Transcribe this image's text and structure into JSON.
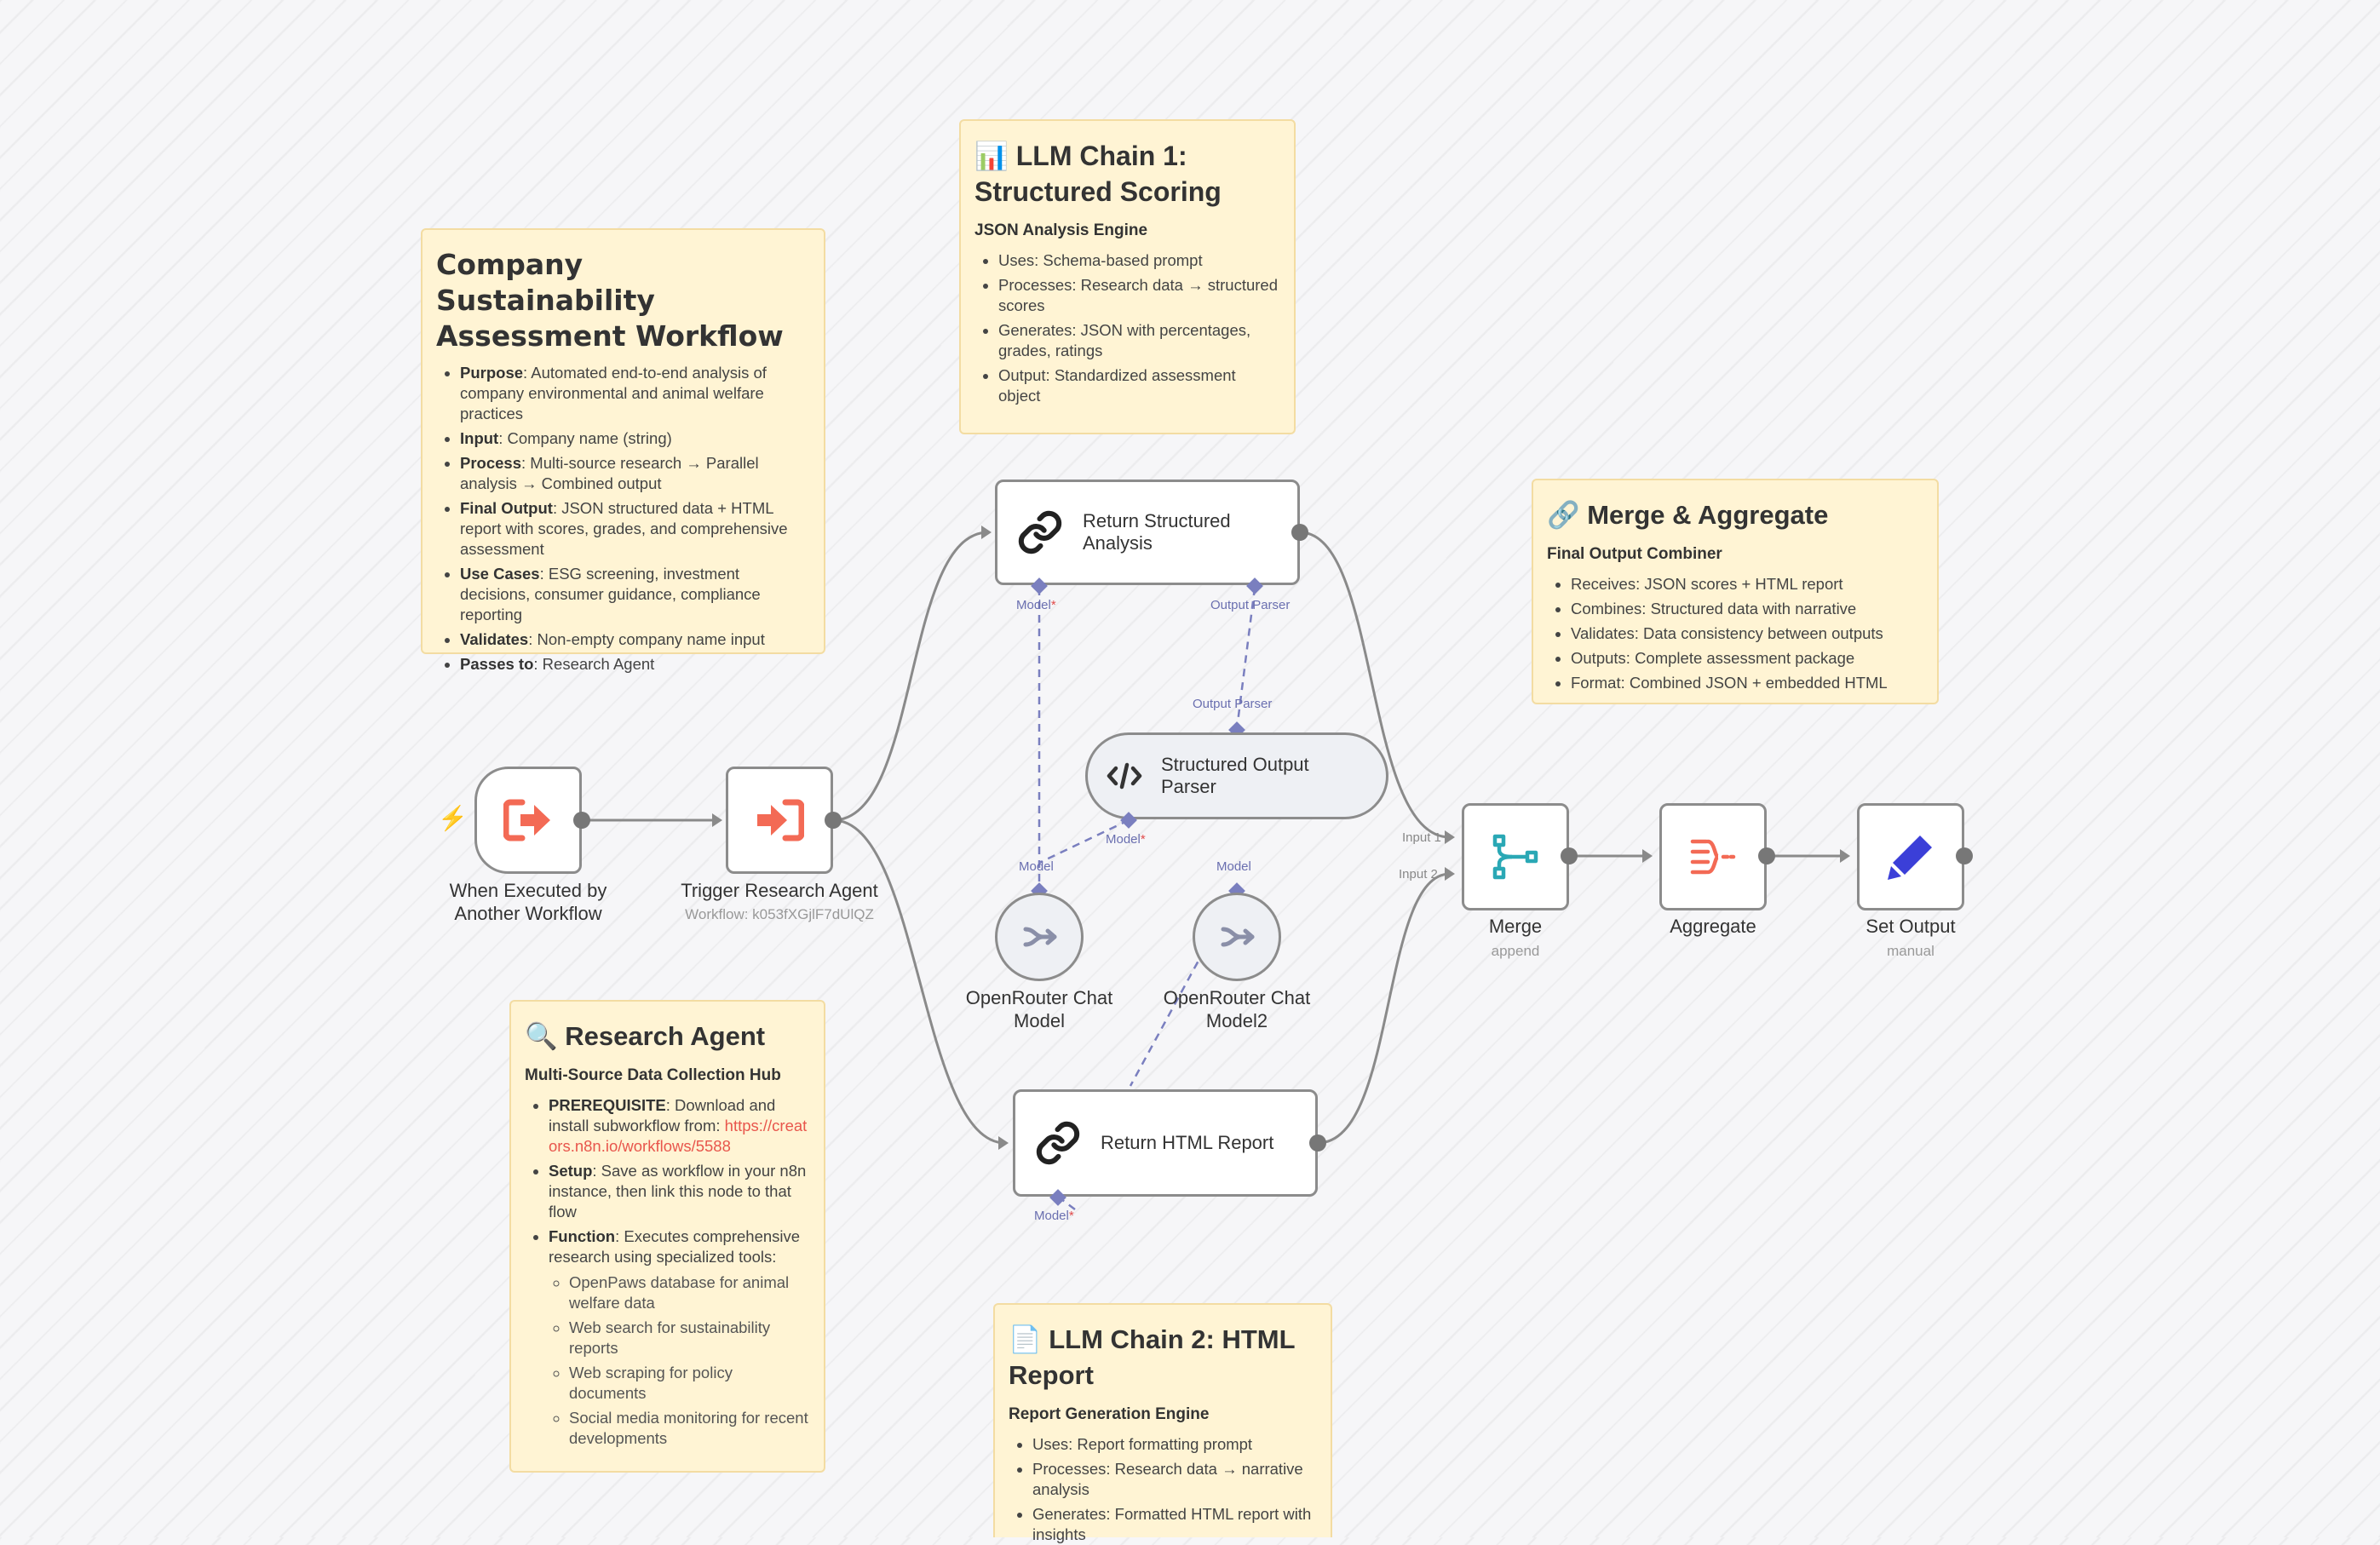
{
  "notes": {
    "workflow": {
      "title": "Company Sustainability Assessment Workflow",
      "items": [
        {
          "label": "Purpose",
          "text": ": Automated end-to-end analysis of company environmental and animal welfare practices"
        },
        {
          "label": "Input",
          "text": ": Company name (string)"
        },
        {
          "label": "Process",
          "text": ": Multi-source research → Parallel analysis → Combined output"
        },
        {
          "label": "Final Output",
          "text": ": JSON structured data + HTML report with scores, grades, and comprehensive assessment"
        },
        {
          "label": "Use Cases",
          "text": ": ESG screening, investment decisions, consumer guidance, compliance reporting"
        },
        {
          "label": "Validates",
          "text": ": Non-empty company name input"
        },
        {
          "label": "Passes to",
          "text": ": Research Agent"
        }
      ]
    },
    "chain1": {
      "emoji": "📊",
      "title": "LLM Chain 1: Structured Scoring",
      "subtitle": "JSON Analysis Engine",
      "items": [
        "Uses: Schema-based prompt",
        "Processes: Research data → structured scores",
        "Generates: JSON with percentages, grades, ratings",
        "Output: Standardized assessment object"
      ]
    },
    "merge": {
      "emoji": "🔗",
      "title": "Merge & Aggregate",
      "subtitle": "Final Output Combiner",
      "items": [
        "Receives: JSON scores + HTML report",
        "Combines: Structured data with narrative",
        "Validates: Data consistency between outputs",
        "Outputs: Complete assessment package",
        "Format: Combined JSON + embedded HTML"
      ]
    },
    "research": {
      "emoji": "🔍",
      "title": "Research Agent",
      "subtitle": "Multi-Source Data Collection Hub",
      "prereq_label": "PREREQUISITE",
      "prereq_text": ": Download and install subworkflow from: ",
      "prereq_link": "https://creators.n8n.io/workflows/5588",
      "setup_label": "Setup",
      "setup_text": ": Save as workflow in your n8n instance, then link this node to that flow",
      "function_label": "Function",
      "function_text": ": Executes comprehensive research using specialized tools:",
      "tools": [
        "OpenPaws database for animal welfare data",
        "Web search for sustainability reports",
        "Web scraping for policy documents",
        "Social media monitoring for recent developments"
      ]
    },
    "chain2": {
      "emoji": "📄",
      "title": "LLM Chain 2: HTML Report",
      "subtitle": "Report Generation Engine",
      "items": [
        "Uses: Report formatting prompt",
        "Processes: Research data → narrative analysis",
        "Generates: Formatted HTML report with insights"
      ]
    }
  },
  "nodes": {
    "trigger": {
      "label": "When Executed by Another Workflow",
      "icon": "exit-arrow-icon"
    },
    "research_agent": {
      "label": "Trigger Research Agent",
      "sublabel": "Workflow: k053fXGjlF7dUlQZ",
      "icon": "enter-arrow-icon"
    },
    "structured": {
      "label": "Return Structured Analysis",
      "icon": "chain-link-icon"
    },
    "parser": {
      "label": "Structured Output Parser",
      "icon": "code-icon"
    },
    "chat1": {
      "label": "OpenRouter Chat Model",
      "icon": "openrouter-icon"
    },
    "chat2": {
      "label": "OpenRouter Chat Model2",
      "icon": "openrouter-icon"
    },
    "html": {
      "label": "Return HTML Report",
      "icon": "chain-link-icon"
    },
    "merge": {
      "label": "Merge",
      "sublabel": "append",
      "icon": "merge-icon"
    },
    "aggregate": {
      "label": "Aggregate",
      "icon": "aggregate-icon"
    },
    "set_output": {
      "label": "Set Output",
      "sublabel": "manual",
      "icon": "pencil-icon"
    }
  },
  "ports": {
    "model": "Model",
    "model_required": "*",
    "output_parser": "Output Parser",
    "input1": "Input 1",
    "input2": "Input 2"
  },
  "colors": {
    "note_bg": "#fff4d4",
    "note_border": "#f3dca2",
    "wire": "#8a8a8a",
    "sub_wire": "#7a7fbf",
    "trigger_icon": "#f36a55",
    "merge_icon": "#2aa8b5",
    "pencil_icon": "#3b3fd8",
    "link_text": "#e8564c"
  }
}
